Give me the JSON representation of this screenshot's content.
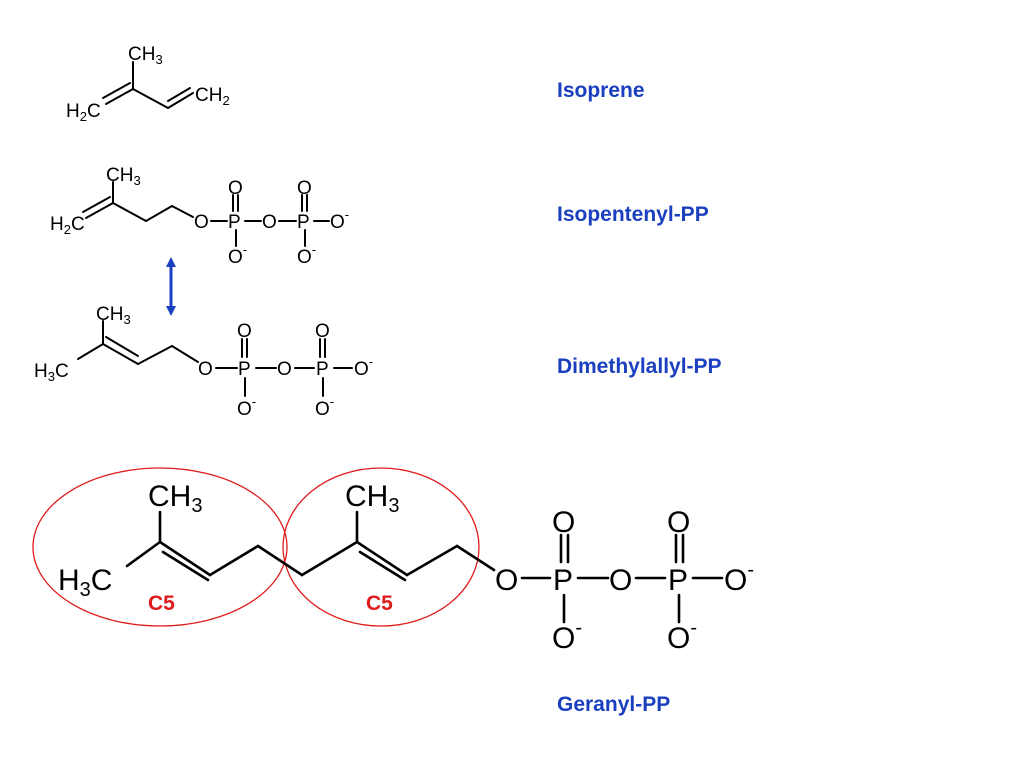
{
  "colors": {
    "label": "#1a3fbf",
    "arrow": "#1a3fbf",
    "highlight": "#e01b1b",
    "bond": "#000000"
  },
  "molecules": [
    {
      "name": "Isoprene"
    },
    {
      "name": "Isopentenyl-PP"
    },
    {
      "name": "Dimethylallyl-PP"
    },
    {
      "name": "Geranyl-PP"
    }
  ],
  "atoms": {
    "carbon": "C",
    "hydrogen": "H",
    "oxygen": "O",
    "phosphorus": "P",
    "charge": "-",
    "methyl_sub": "3",
    "methylene_sub": "2"
  },
  "unit_label": "C5",
  "arrow_icon": "double-headed-vertical-arrow"
}
